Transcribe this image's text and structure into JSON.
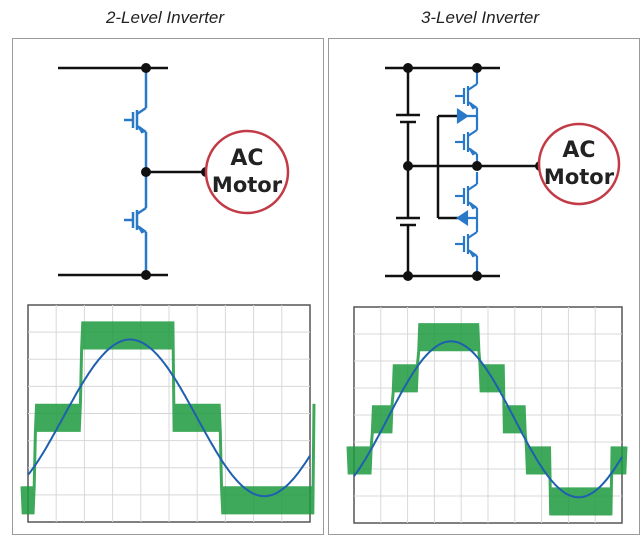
{
  "panels": [
    {
      "title": "2-Level Inverter",
      "motor_line1": "AC",
      "motor_line2": "Motor"
    },
    {
      "title": "3-Level Inverter",
      "motor_line1": "AC",
      "motor_line2": "Motor"
    }
  ],
  "colors": {
    "wire": "#111111",
    "switch": "#2a78c8",
    "pwm": "#1d9a3e",
    "sine": "#1f5fb0",
    "motor_ring": "#c23a45",
    "grid": "#d8d8d8"
  }
}
